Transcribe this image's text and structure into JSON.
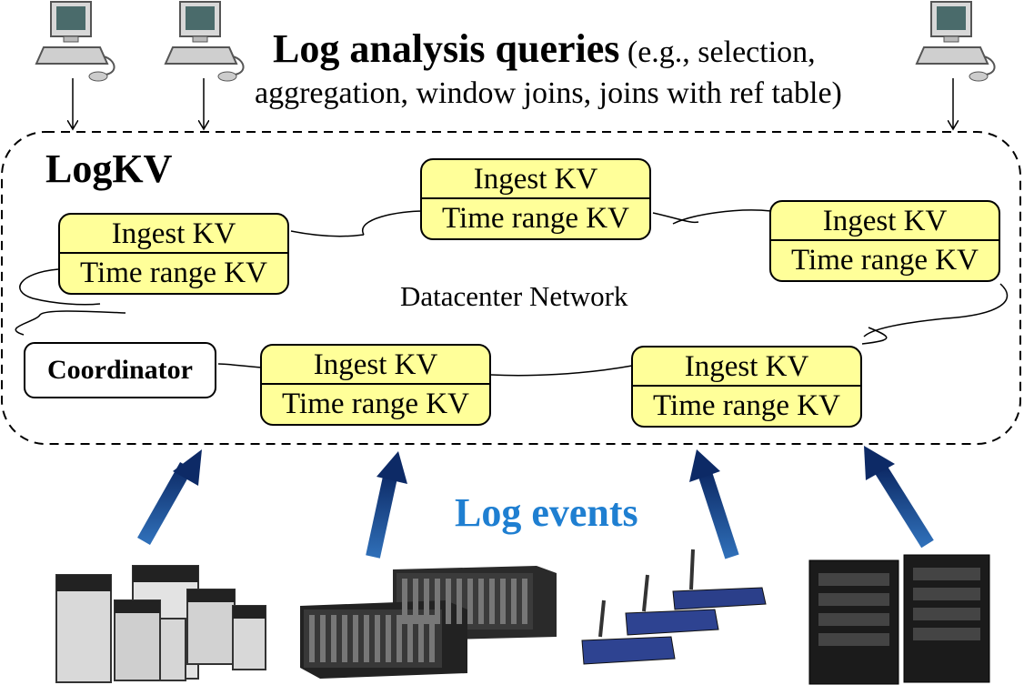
{
  "title": {
    "main": "Log analysis queries",
    "sub": " (e.g., selection,",
    "line2": "aggregation, window joins, joins with ref table)"
  },
  "system": {
    "label": "LogKV"
  },
  "network": {
    "label": "Datacenter Network"
  },
  "coordinator": {
    "label": "Coordinator"
  },
  "nodes": [
    {
      "ingest": "Ingest KV",
      "timerange": "Time range KV"
    },
    {
      "ingest": "Ingest KV",
      "timerange": "Time range KV"
    },
    {
      "ingest": "Ingest KV",
      "timerange": "Time range KV"
    },
    {
      "ingest": "Ingest KV",
      "timerange": "Time range KV"
    },
    {
      "ingest": "Ingest KV",
      "timerange": "Time range KV"
    }
  ],
  "events": {
    "label": "Log events"
  },
  "icons": {
    "clients": [
      "computer-icon",
      "computer-icon",
      "computer-icon"
    ],
    "sources": [
      "desktop-computers-icon",
      "blade-servers-icon",
      "wireless-routers-icon",
      "tower-servers-icon"
    ]
  },
  "colors": {
    "node_fill": "#ffff99",
    "events_text": "#1f7fd1",
    "arrow": "#0f2f6e"
  }
}
